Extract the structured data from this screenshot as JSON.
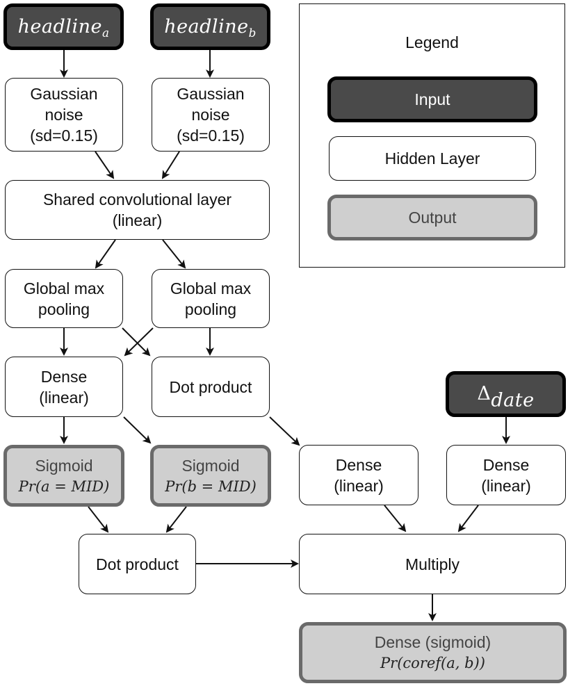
{
  "nodes": {
    "headline_a": {
      "base": "headline",
      "sub": "a"
    },
    "headline_b": {
      "base": "headline",
      "sub": "b"
    },
    "noise_a": {
      "line1": "Gaussian",
      "line2": "noise",
      "line3": "(sd=0.15)"
    },
    "noise_b": {
      "line1": "Gaussian",
      "line2": "noise",
      "line3": "(sd=0.15)"
    },
    "shared_conv": {
      "line1": "Shared convolutional layer",
      "line2": "(linear)"
    },
    "pool_a": {
      "line1": "Global max",
      "line2": "pooling"
    },
    "pool_b": {
      "line1": "Global max",
      "line2": "pooling"
    },
    "dense_a": {
      "line1": "Dense",
      "line2": "(linear)"
    },
    "dot_product_1": {
      "label": "Dot product"
    },
    "delta_date": {
      "base": "Δ",
      "sub": "date"
    },
    "sigmoid_a": {
      "line1": "Sigmoid",
      "formula": "Pr(a = MID)"
    },
    "sigmoid_b": {
      "line1": "Sigmoid",
      "formula": "Pr(b = MID)"
    },
    "dense_dot": {
      "line1": "Dense",
      "line2": "(linear)"
    },
    "dense_date": {
      "line1": "Dense",
      "line2": "(linear)"
    },
    "dot_product_2": {
      "label": "Dot product"
    },
    "multiply": {
      "label": "Multiply"
    },
    "final": {
      "line1": "Dense (sigmoid)",
      "formula": "Pr(coref(a, b))"
    }
  },
  "legend": {
    "title": "Legend",
    "input": "Input",
    "hidden": "Hidden Layer",
    "output": "Output"
  },
  "colors": {
    "input_fill": "#4a4a4a",
    "input_border": "#000000",
    "output_fill": "#cfcfcf",
    "output_border": "#6a6a6a",
    "hidden_fill": "#ffffff"
  }
}
